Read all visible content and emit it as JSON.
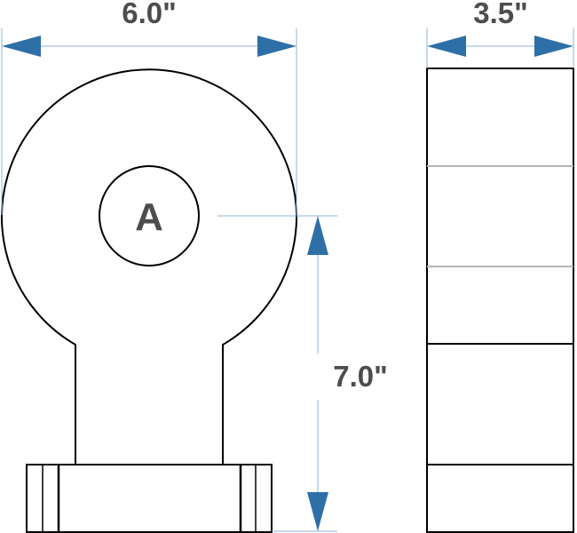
{
  "drawing": {
    "dimensions": {
      "width_front": "6.0\"",
      "width_side": "3.5\"",
      "height_front": "7.0\""
    },
    "hole_label": "A",
    "colors": {
      "outline": "#000000",
      "dimension_line": "#8fb3d9",
      "arrow": "#2e6fa8",
      "text": "#4d4d4d",
      "side_divider": "#b3b3b3"
    }
  }
}
